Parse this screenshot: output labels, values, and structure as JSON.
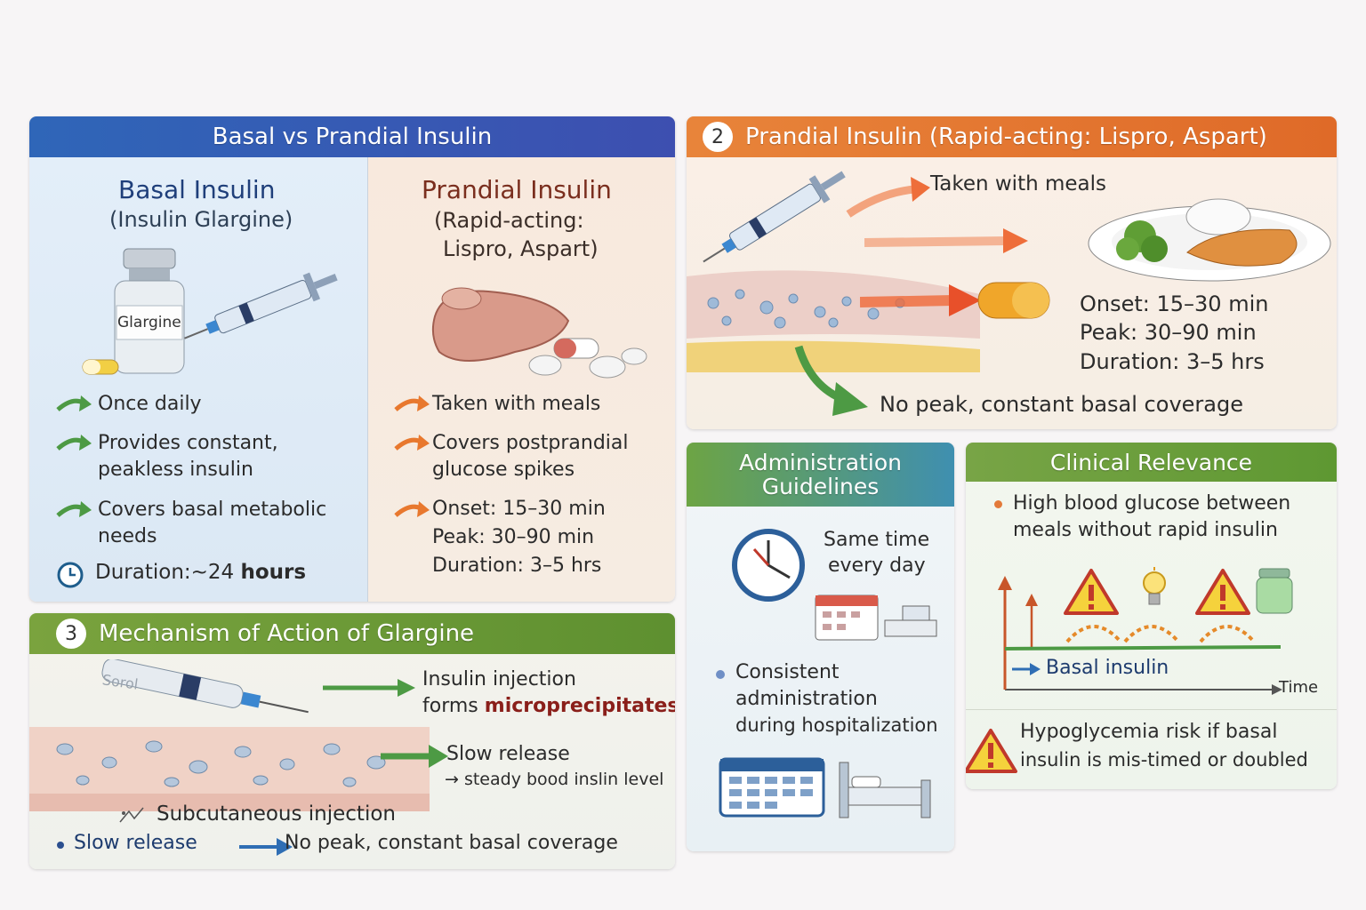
{
  "panel1": {
    "header": "Basal vs Prandial Insulin",
    "basal": {
      "title": "Basal Insulin",
      "subtitle": "(Insulin Glargine)",
      "vial_label": "Glargine",
      "b1": "Once daily",
      "b2a": "Provides constant,",
      "b2b": "peakless insulin",
      "b3a": "Covers basal metabolic",
      "b3b": "needs",
      "duration_label": "Duration:~24",
      "duration_unit": "hours"
    },
    "prandial": {
      "title": "Prandial Insulin",
      "subtitle1": "(Rapid-acting:",
      "subtitle2": "Lispro, Aspart)",
      "b1": "Taken with meals",
      "b2a": "Covers postprandial",
      "b2b": "glucose spikes",
      "onset": "Onset: 15–30 min",
      "peak": "Peak: 30–90 min",
      "duration": "Duration: 3–5 hrs"
    }
  },
  "panel2": {
    "number": "2",
    "header": "Prandial Insulin (Rapid-acting: Lispro, Aspart)",
    "taken": "Taken with meals",
    "onset": "Onset: 15–30 min",
    "peak": "Peak: 30–90 min",
    "duration": "Duration: 3–5 hrs",
    "no_peak_a": "No peak, constant",
    "no_peak_b": "basal coverage"
  },
  "panel3": {
    "number": "3",
    "header": "Mechanism of Action of Glargine",
    "pen_label": "Sorol",
    "inj1": "Insulin injection",
    "inj2a": "forms",
    "inj2b": "microprecipitates",
    "slow": "Slow release",
    "steady": "→ steady bood inslin level",
    "subq": "Subcutaneous injection",
    "slow2": "Slow release",
    "nopeak_a": "No peak, constant",
    "nopeak_b": "basal coverage"
  },
  "admin": {
    "header1": "Administration",
    "header2": "Guidelines",
    "same1": "Same time",
    "same2": "every day",
    "c1": "Consistent",
    "c2": "administration",
    "c3": "during hospitalization"
  },
  "clinical": {
    "header": "Clinical Relevance",
    "high1": "High blood glucose between",
    "high2": "meals without rapid insulin",
    "basal_label": "Basal insulin",
    "time_label": "Time",
    "hypo1": "Hypoglycemia risk if basal",
    "hypo2": "insulin is mis-timed or doubled"
  },
  "colors": {
    "blue_header": "#3a5fb8",
    "orange_header": "#e2732c",
    "green_header": "#6a9a3a",
    "arrow_green": "#4d9a44",
    "arrow_orange": "#e8782e",
    "title_blue": "#1f3f7a",
    "title_brown": "#7a2e1e"
  }
}
